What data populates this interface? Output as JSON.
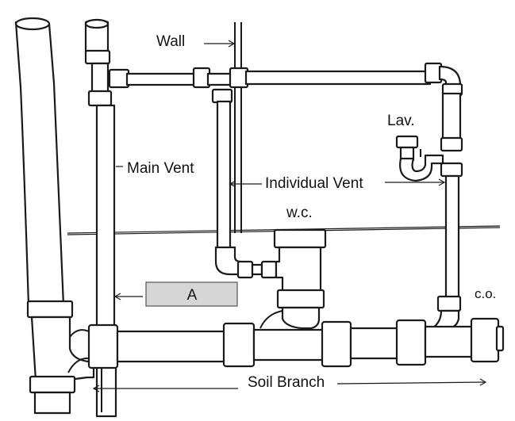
{
  "labels": {
    "wall": "Wall",
    "main_vent": "Main Vent",
    "lav": "Lav.",
    "individual_vent": "Individual Vent",
    "wc": "w.c.",
    "co": "c.o.",
    "soil_branch": "Soil Branch",
    "answer_box": "A"
  },
  "colors": {
    "line": "#1a1a1a",
    "answer_box_fill": "#d6d6d6"
  }
}
